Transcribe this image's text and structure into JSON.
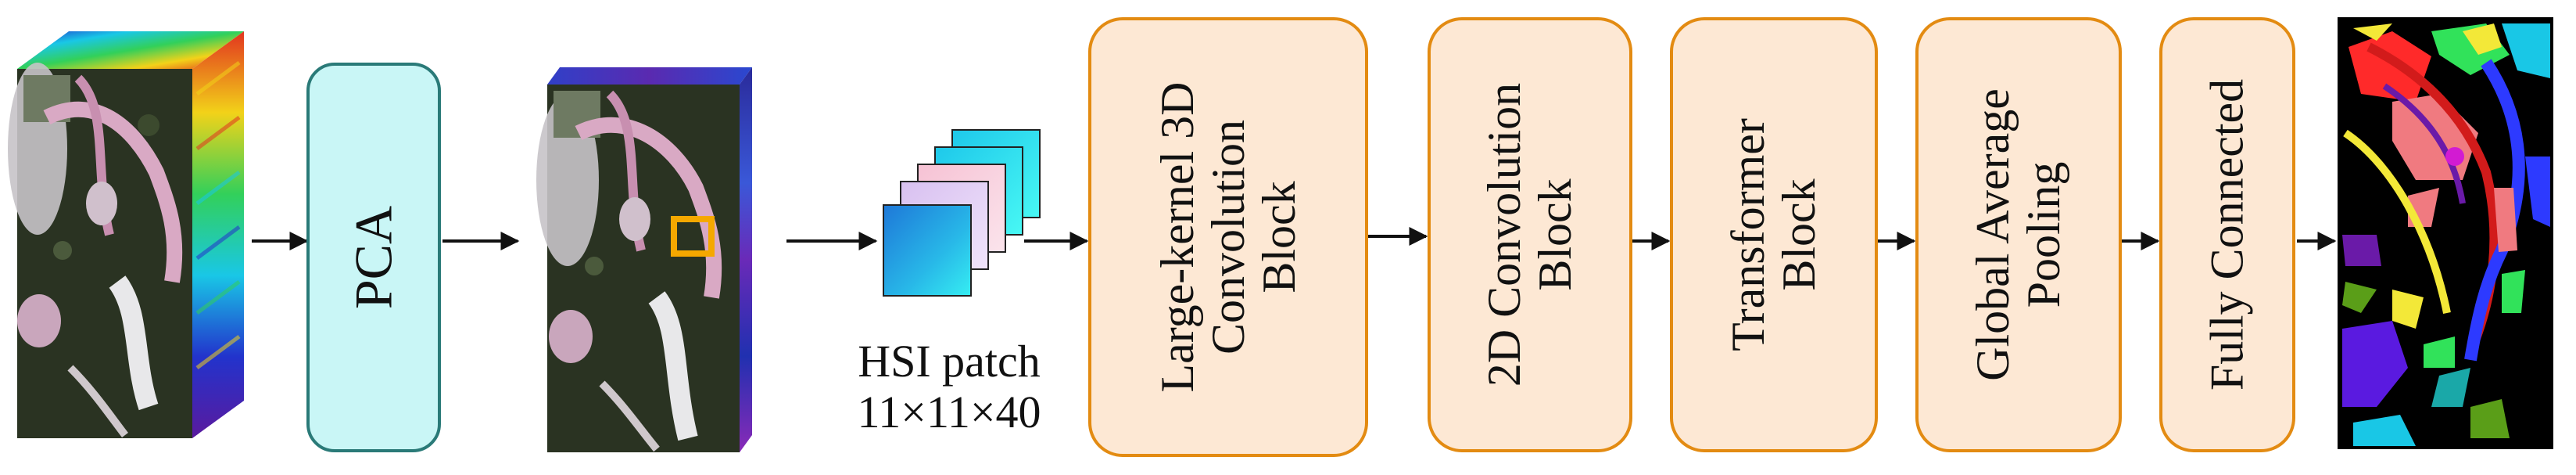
{
  "diagram": {
    "pca_label": "PCA",
    "patch_caption": [
      "HSI patch",
      "11×11×40"
    ],
    "blocks": [
      {
        "id": "large-kernel-3d",
        "lines": [
          "Large-kernel 3D",
          "Convolution",
          "Block"
        ]
      },
      {
        "id": "conv2d",
        "lines": [
          "2D Convolution",
          "Block"
        ]
      },
      {
        "id": "transformer",
        "lines": [
          "Transformer",
          "Block"
        ]
      },
      {
        "id": "gap",
        "lines": [
          "Global Average",
          "Pooling"
        ]
      },
      {
        "id": "fc",
        "lines": [
          "Fully Connected"
        ]
      }
    ],
    "colors": {
      "block_fill": "#fde8d4",
      "block_border": "#e38b12",
      "pca_fill": "#c9f6f6",
      "pca_border": "#2a7a78",
      "patch_highlight": "#f5a800",
      "arrow": "#111111"
    }
  }
}
